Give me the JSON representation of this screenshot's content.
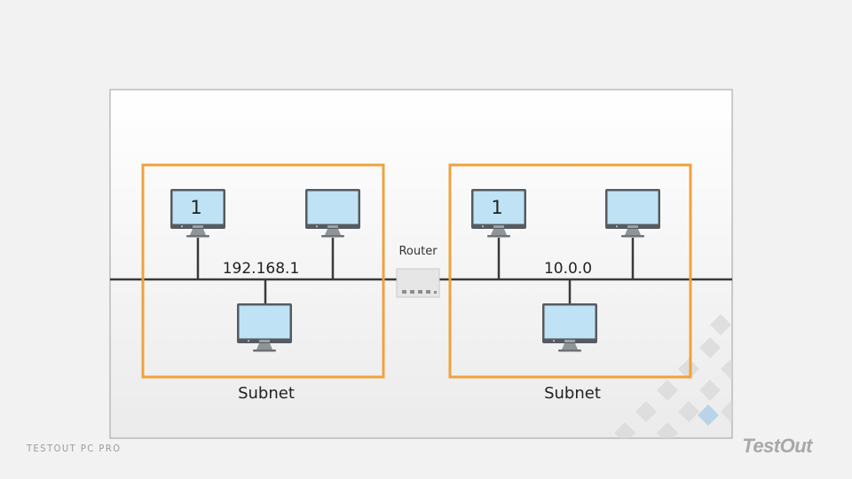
{
  "diagram": {
    "router_label": "Router",
    "subnets": [
      {
        "address": "192.168.1",
        "label": "Subnet",
        "computers": [
          {
            "number": "1"
          },
          {
            "number": ""
          },
          {
            "number": ""
          }
        ]
      },
      {
        "address": "10.0.0",
        "label": "Subnet",
        "computers": [
          {
            "number": "1"
          },
          {
            "number": ""
          },
          {
            "number": ""
          }
        ]
      }
    ]
  },
  "footer": {
    "brand": "TESTOUT PC PRO",
    "logo": "TestOut"
  },
  "colors": {
    "subnet_border": "#f0a23c",
    "network_line": "#3a3a3a",
    "screen": "#bfe3f5",
    "monitor_frame": "#555b60",
    "accent_tile": "#b9d4e8"
  }
}
